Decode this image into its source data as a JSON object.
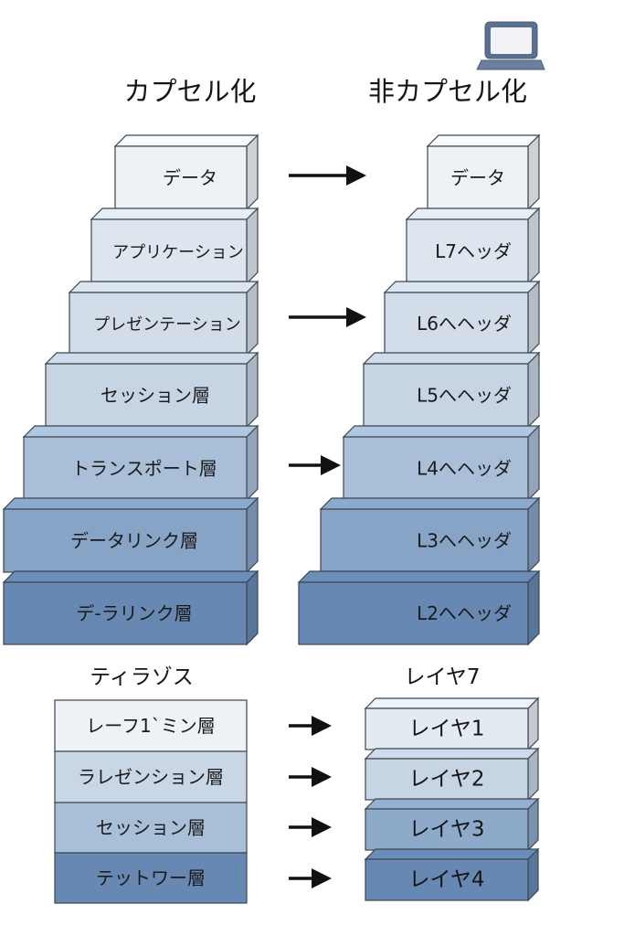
{
  "header": {
    "left_title": "カプセル化",
    "right_title": "非カプセル化",
    "icon": "laptop-icon"
  },
  "left_stack": {
    "layers": [
      {
        "label": "データ",
        "shade": "#eef2f7"
      },
      {
        "label": "アプリケーション",
        "shade": "#dde5ee"
      },
      {
        "label": "プレゼンテーション",
        "shade": "#d3dde9"
      },
      {
        "label": "セッション層",
        "shade": "#c6d4e4"
      },
      {
        "label": "トランスポート層",
        "shade": "#a9bfd8"
      },
      {
        "label": "データリンク層",
        "shade": "#87a3c6"
      },
      {
        "label": "デ-ラリンク層",
        "shade": "#6688b3"
      }
    ]
  },
  "right_stack": {
    "layers": [
      {
        "label": "データ",
        "shade": "#eef2f7"
      },
      {
        "label": "L7ヘッダ",
        "shade": "#dde5ee"
      },
      {
        "label": "L6へヘッダ",
        "shade": "#d3dde9"
      },
      {
        "label": "L5へヘッダ",
        "shade": "#c6d4e4"
      },
      {
        "label": "L4へヘッダ",
        "shade": "#a9bfd8"
      },
      {
        "label": "L3へヘッダ",
        "shade": "#87a3c6"
      },
      {
        "label": "L2へヘッダ",
        "shade": "#6688b3"
      }
    ]
  },
  "bottom_left": {
    "title": "ティラゾス",
    "rows": [
      {
        "label": "レーフ1`ミン層",
        "shade": "#eef2f7"
      },
      {
        "label": "ラレゼンション層",
        "shade": "#c9d6e5"
      },
      {
        "label": "セッション層",
        "shade": "#a9bfd8"
      },
      {
        "label": "テットワー層",
        "shade": "#6688b3"
      }
    ]
  },
  "bottom_right": {
    "title": "レイヤ7",
    "layers": [
      {
        "label": "レイヤ1",
        "shade": "#e4eaf2"
      },
      {
        "label": "レイヤ2",
        "shade": "#c6d4e4"
      },
      {
        "label": "レイヤ3",
        "shade": "#8eaacb"
      },
      {
        "label": "レイヤ4",
        "shade": "#6688b3"
      }
    ]
  },
  "colors": {
    "outline": "#3d4550",
    "arrow": "#111111",
    "laptop": "#5b6f8f"
  }
}
